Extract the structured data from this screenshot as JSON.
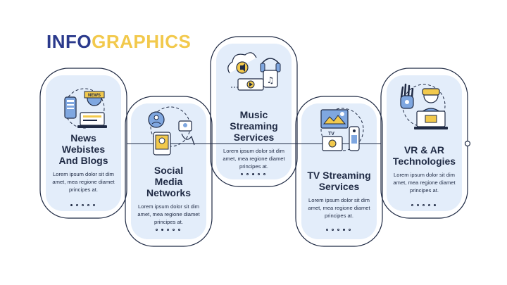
{
  "title": {
    "part1": "INFO",
    "part2": "GRAPHICS"
  },
  "steps": [
    {
      "heading_lines": [
        "News",
        "Webistes",
        "And Blogs"
      ],
      "body_lines": [
        "Lorem ipsum dolor sit dim",
        "amet, mea regione diamet",
        "principes at."
      ],
      "icon": "news-websites-icon",
      "active_dot": 0
    },
    {
      "heading_lines": [
        "Social",
        "Media",
        "Networks"
      ],
      "body_lines": [
        "Lorem ipsum dolor sit dim",
        "amet, mea regione diamet",
        "principes at."
      ],
      "icon": "social-media-icon",
      "active_dot": 1
    },
    {
      "heading_lines": [
        "Music",
        "Streaming",
        "Services"
      ],
      "body_lines": [
        "Lorem ipsum dolor sit dim",
        "amet, mea regione diamet",
        "principes at."
      ],
      "icon": "music-streaming-icon",
      "active_dot": 2
    },
    {
      "heading_lines": [
        "TV Streaming",
        "Services"
      ],
      "body_lines": [
        "Lorem ipsum dolor sit dim",
        "amet, mea regione diamet",
        "principes at."
      ],
      "icon": "tv-streaming-icon",
      "active_dot": 3
    },
    {
      "heading_lines": [
        "VR & AR",
        "Technologies"
      ],
      "body_lines": [
        "Lorem ipsum dolor sit dim",
        "amet, mea regione diamet",
        "principes at."
      ],
      "icon": "vr-ar-icon",
      "active_dot": 4
    }
  ],
  "colors": {
    "navy": "#2b3a8c",
    "yellow": "#f2c94c",
    "panel": "#e3edfa",
    "text": "#1f2a44"
  }
}
